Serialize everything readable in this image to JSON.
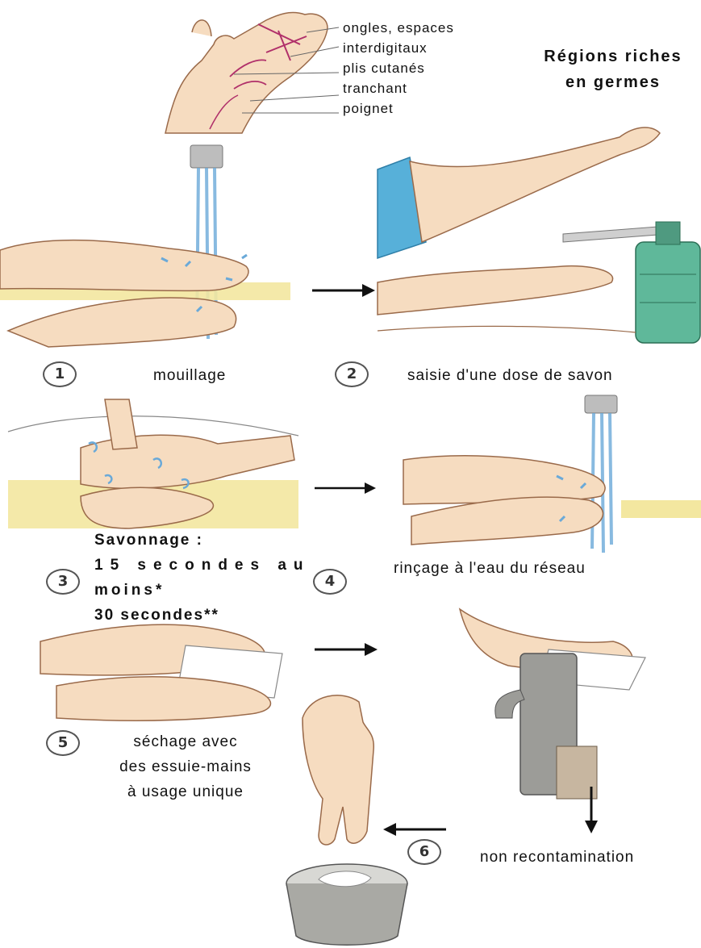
{
  "header": {
    "title_line1": "Régions riches",
    "title_line2": "en germes",
    "regions": [
      "ongles, espaces",
      "interdigitaux",
      "plis cutanés",
      "tranchant",
      "poignet"
    ]
  },
  "steps": [
    {
      "number": "1",
      "label": "mouillage"
    },
    {
      "number": "2",
      "label": "saisie d'une dose de savon"
    },
    {
      "number": "3",
      "label_lines": [
        "Savonnage :",
        "15 secondes au",
        "moins*",
        "30 secondes**"
      ]
    },
    {
      "number": "4",
      "label": "rinçage à l'eau du réseau"
    },
    {
      "number": "5",
      "label_lines": [
        "séchage avec",
        "des essuie-mains",
        "à usage unique"
      ]
    },
    {
      "number": "6",
      "label": "non recontamination"
    }
  ],
  "colors": {
    "skin": "#f6dcc0",
    "skin_line": "#9a6a4a",
    "water": "#6aa9d8",
    "sink": "#f3e7a0",
    "soap_bottle": "#5fb89a",
    "sleeve": "#57b0d9",
    "metal": "#9c9c98",
    "nail_lines": "#b0306a"
  }
}
